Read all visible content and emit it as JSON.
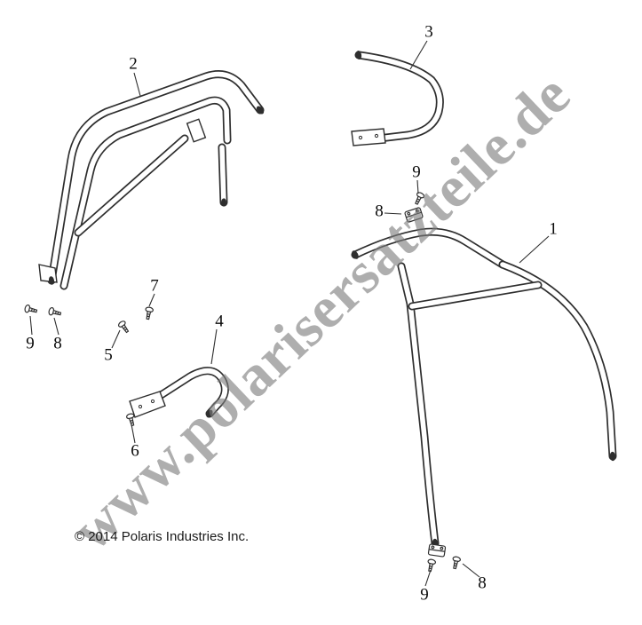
{
  "watermark": {
    "text": "www.polarisersatzteile.de"
  },
  "copyright": {
    "text": "© 2014 Polaris Industries Inc."
  },
  "colors": {
    "background": "#ffffff",
    "line": "#2e2e2e",
    "watermark": "#7d7d7d"
  },
  "diagram": {
    "description_visible_labels_only": "numeric part callouts",
    "callouts": [
      {
        "id": "callout-2",
        "label": "2"
      },
      {
        "id": "callout-3",
        "label": "3"
      },
      {
        "id": "callout-9-top",
        "label": "9"
      },
      {
        "id": "callout-8-top",
        "label": "8"
      },
      {
        "id": "callout-1",
        "label": "1"
      },
      {
        "id": "callout-7",
        "label": "7"
      },
      {
        "id": "callout-4",
        "label": "4"
      },
      {
        "id": "callout-9-left",
        "label": "9"
      },
      {
        "id": "callout-8-left",
        "label": "8"
      },
      {
        "id": "callout-5",
        "label": "5"
      },
      {
        "id": "callout-6",
        "label": "6"
      },
      {
        "id": "callout-9-bottom",
        "label": "9"
      },
      {
        "id": "callout-8-bottom",
        "label": "8"
      }
    ]
  }
}
